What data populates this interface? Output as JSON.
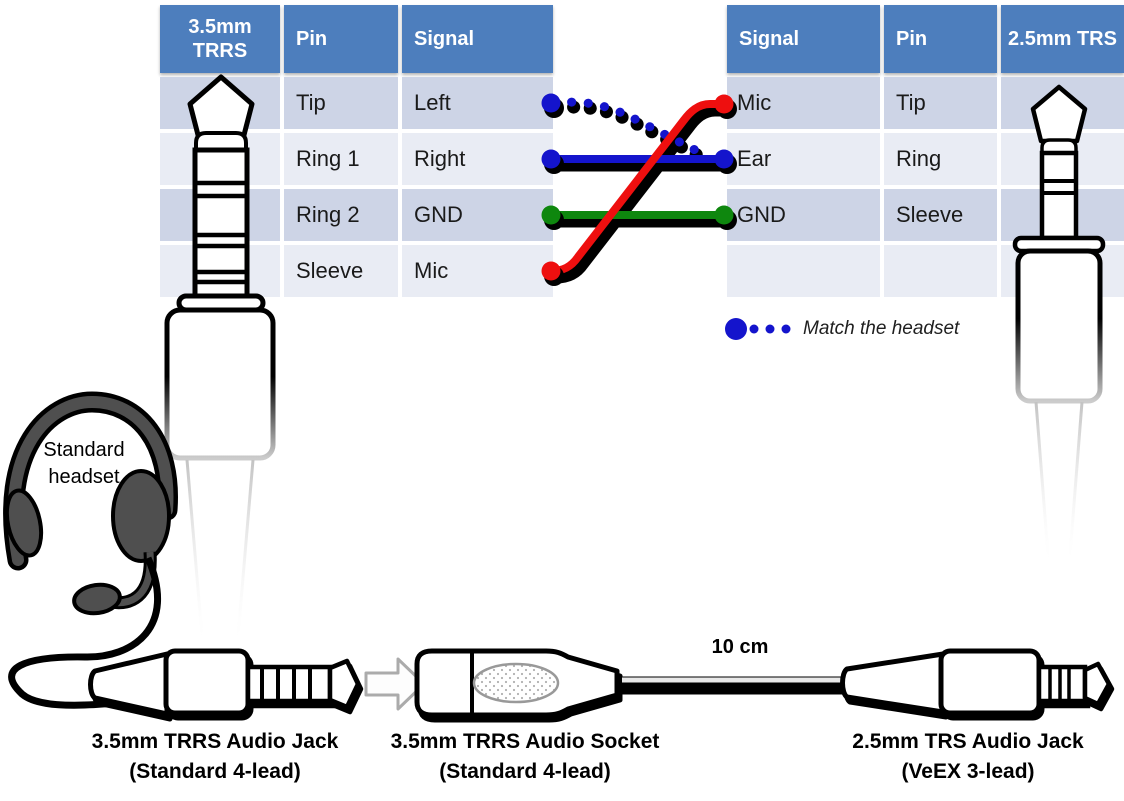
{
  "left_table": {
    "title": "3.5mm TRRS",
    "headers": {
      "pin": "Pin",
      "signal": "Signal"
    },
    "rows": [
      {
        "pin": "Tip",
        "signal": "Left"
      },
      {
        "pin": "Ring 1",
        "signal": "Right"
      },
      {
        "pin": "Ring 2",
        "signal": "GND"
      },
      {
        "pin": "Sleeve",
        "signal": "Mic"
      }
    ]
  },
  "right_table": {
    "title": "2.5mm TRS",
    "headers": {
      "signal": "Signal",
      "pin": "Pin"
    },
    "rows": [
      {
        "signal": "Mic",
        "pin": "Tip"
      },
      {
        "signal": "Ear",
        "pin": "Ring"
      },
      {
        "signal": "GND",
        "pin": "Sleeve"
      },
      {
        "signal": "",
        "pin": ""
      }
    ]
  },
  "connections": [
    {
      "from_signal": "Left",
      "to_signal": "Ear",
      "style": "dotted",
      "color": "#1414cc"
    },
    {
      "from_signal": "Right",
      "to_signal": "Ear",
      "style": "solid",
      "color": "#1414cc"
    },
    {
      "from_signal": "GND",
      "to_signal": "GND",
      "style": "solid",
      "color": "#0e870e"
    },
    {
      "from_signal": "Mic",
      "to_signal": "Mic",
      "style": "solid",
      "color": "#ee0f0f"
    }
  ],
  "legend": {
    "label": "Match the headset"
  },
  "labels": {
    "headset": "Standard headset",
    "cable_length": "10 cm",
    "left_jack_line1": "3.5mm TRRS Audio Jack",
    "left_jack_line2": "(Standard 4-lead)",
    "socket_line1": "3.5mm TRRS Audio Socket",
    "socket_line2": "(Standard 4-lead)",
    "right_jack_line1": "2.5mm TRS Audio Jack",
    "right_jack_line2": "(VeEX 3-lead)"
  },
  "colors": {
    "header_bg": "#4d7ebd",
    "row_dark": "#cdd4e6",
    "row_light": "#e9ecf4",
    "wire_blue": "#1414cc",
    "wire_green": "#0e870e",
    "wire_red": "#ee0f0f"
  }
}
